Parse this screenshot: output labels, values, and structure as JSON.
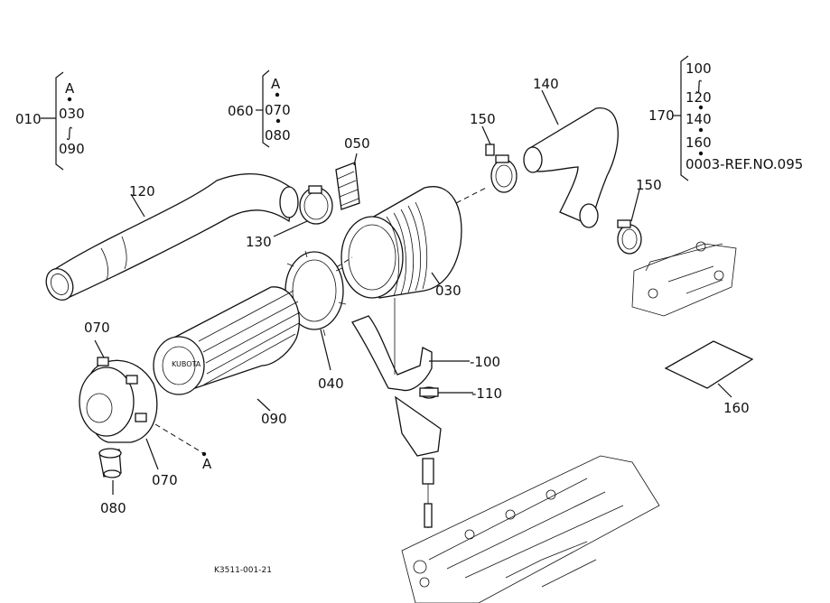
{
  "labels": {
    "l010": "010",
    "l060": "060",
    "l170": "170",
    "l120": "120",
    "l130": "130",
    "l050": "050",
    "l150a": "150",
    "l150b": "150",
    "l140": "140",
    "l030": "030",
    "l040": "040",
    "l090": "090",
    "l070a": "070",
    "l070b": "070",
    "l080": "080",
    "lA": "A",
    "l100": "-100",
    "l110": "-110",
    "l160": "160"
  },
  "bracket010": {
    "top": "A",
    "mid": "030",
    "tilde": "∫",
    "bottom": "090"
  },
  "bracket060": {
    "top": "A",
    "mid": "070",
    "bottom": "080"
  },
  "bracket170": {
    "v1": "100",
    "tilde": "∫",
    "v2": "120",
    "v3": "140",
    "v4": "160",
    "v5": "0003-REF.NO.095"
  },
  "diagram_code": "K3511-001-21"
}
